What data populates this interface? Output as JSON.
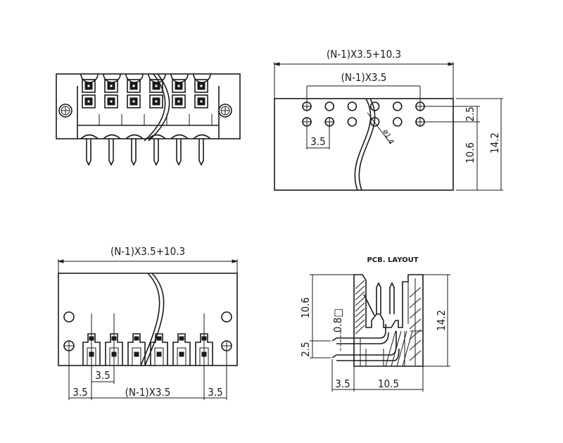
{
  "drawing": {
    "type": "technical-drawing",
    "subject": "pluggable terminal block connector, right-angle, 2-row, 3.5mm pitch",
    "pole_count_shown": 6
  },
  "front_view": {
    "labels": {}
  },
  "top_view": {
    "overall_width_label": "(N-1)X3.5+10.3",
    "pitch_span_label": "(N-1)X3.5",
    "pitch_label": "3.5",
    "hole_dia_label": "ø1.4",
    "row_spacing_label": "2.5",
    "height_low_label": "10.6",
    "height_total_label": "14.2"
  },
  "pcb_view": {
    "overall_width_label": "(N-1)X3.5+10.3",
    "pitch_label": "3.5",
    "left_offset_label": "3.5",
    "pitch_span_label": "(N-1)X3.5",
    "right_offset_label": "3.5"
  },
  "side_view": {
    "title": "PCB. LAYOUT",
    "height_upper_label": "10.6",
    "pin_size_label": "0.8□",
    "row_spacing_label": "2.5",
    "height_total_label": "14.2",
    "offset_label": "3.5",
    "depth_label": "10.5"
  }
}
